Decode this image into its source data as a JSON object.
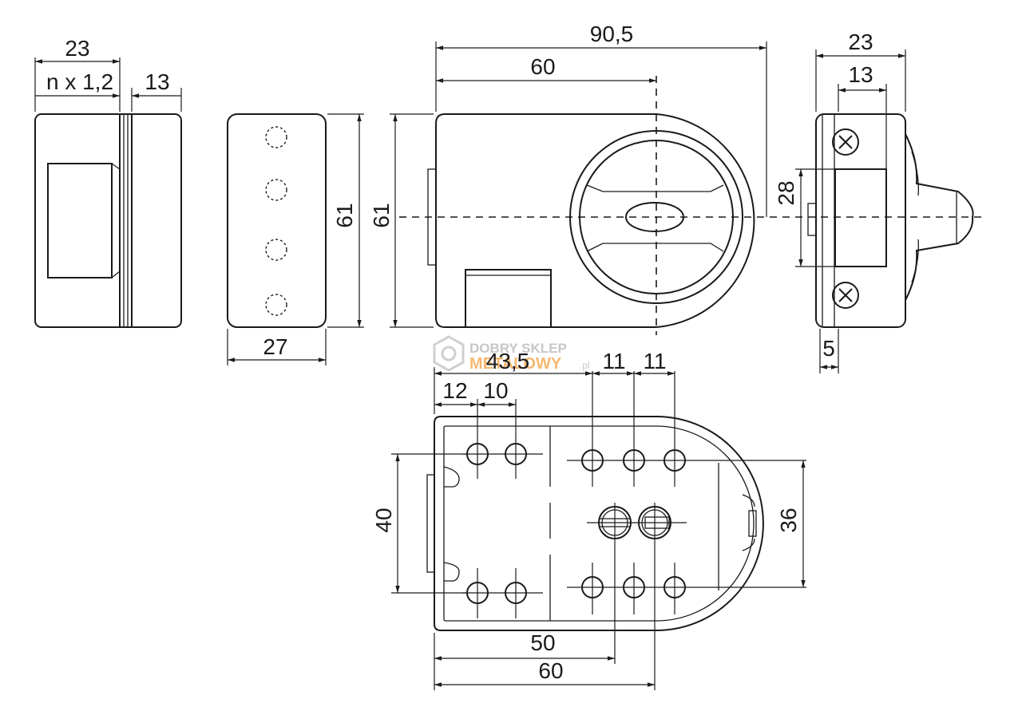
{
  "dimensions": {
    "left_view": {
      "total_width": "23",
      "n_spacing": "n x 1,2",
      "right_width": "13"
    },
    "plate_view": {
      "height": "61",
      "width": "27"
    },
    "front_view": {
      "total_width": "90,5",
      "center_width": "60",
      "height": "61"
    },
    "side_view": {
      "total_width": "23",
      "inner_width": "13",
      "bolt_height": "28",
      "offset": "5"
    },
    "bottom_view": {
      "offset_total": "43,5",
      "spacing_a": "11",
      "spacing_b": "11",
      "spacing_c": "12",
      "spacing_d": "10",
      "left_height": "40",
      "right_height": "36",
      "center_to_hole": "50",
      "center_total": "60"
    }
  },
  "watermark": {
    "line1": "DOBRY SKLEP",
    "line2": "METALOWY",
    "suffix": ".pl"
  },
  "colors": {
    "line": "#1a1a1a",
    "watermark_gray": "#c7c7c7",
    "watermark_orange": "#f4b870"
  }
}
